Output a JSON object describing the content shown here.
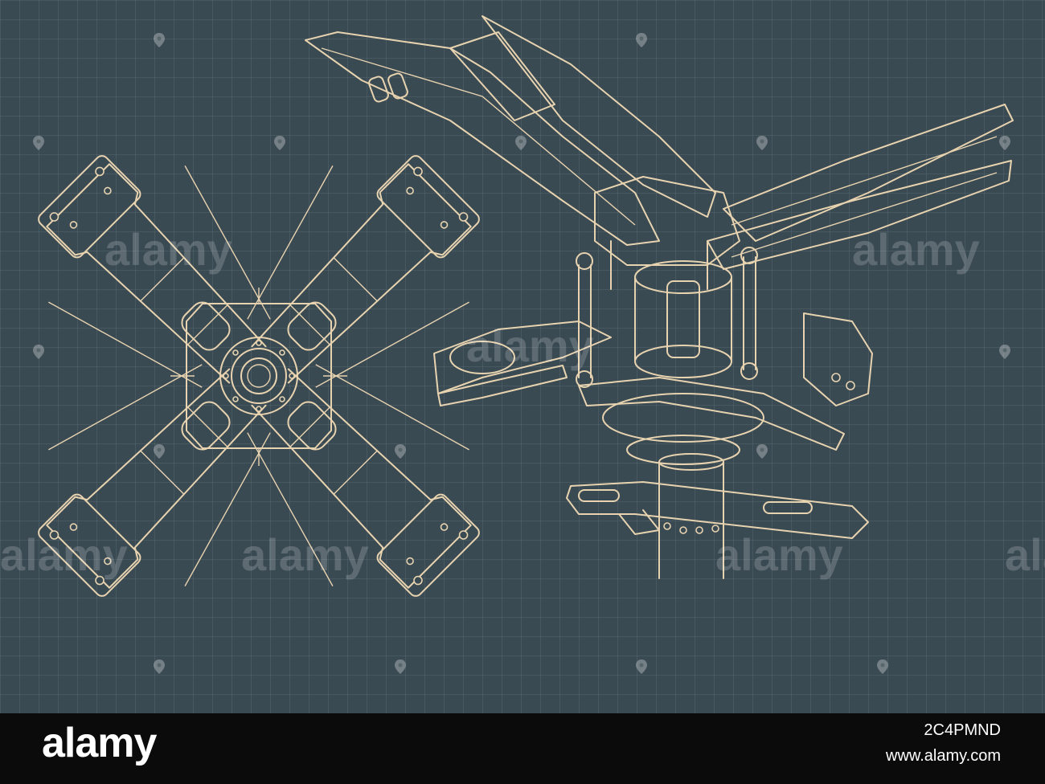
{
  "image": {
    "background_color": "#3a4a52",
    "grid_color": "#56676f",
    "line_color": "#e8d3b0",
    "footer_color": "#0b0b0b"
  },
  "watermark": {
    "text": "alamy",
    "icon": "alamy-pin-icon"
  },
  "footer": {
    "brand": "alamy",
    "image_id": "2C4PMND",
    "site": "www.alamy.com"
  }
}
